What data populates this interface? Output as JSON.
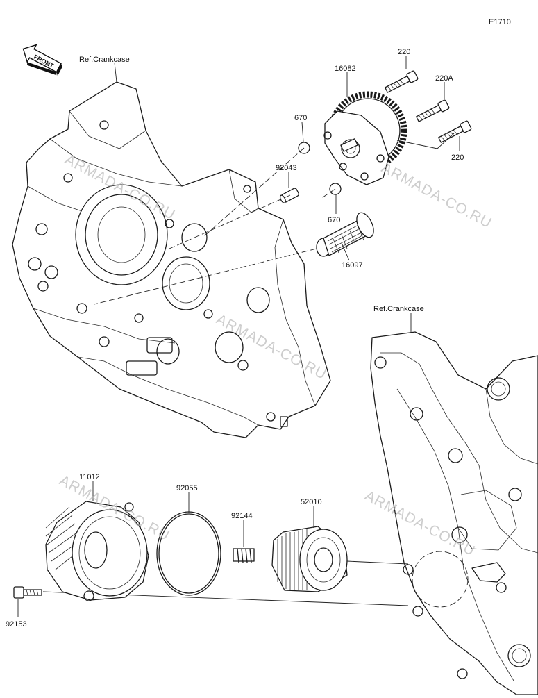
{
  "diagram_code": "E1710",
  "front_arrow_label": "FRONT",
  "watermark": "ARMADA-CO.RU",
  "crankcase_refs": {
    "upper": "Ref.Crankcase",
    "lower": "Ref.Crankcase"
  },
  "parts": {
    "bolt_220_a": "220",
    "bolt_220a": "220A",
    "bolt_220_b": "220",
    "oil_pump": "16082",
    "o_ring_670_a": "670",
    "o_ring_670_b": "670",
    "dowel_pin": "92043",
    "oil_screen": "16097",
    "filter_cover": "11012",
    "cover_o_ring": "92055",
    "spring": "92144",
    "oil_filter": "52010",
    "cover_bolt": "92153"
  }
}
